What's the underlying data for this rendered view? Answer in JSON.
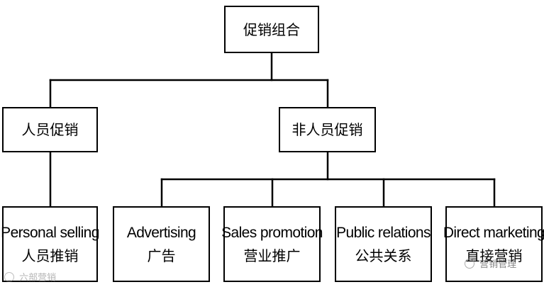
{
  "diagram": {
    "root": {
      "label": "促销组合"
    },
    "branches": {
      "personal": {
        "label": "人员促销"
      },
      "nonpersonal": {
        "label": "非人员促销"
      }
    },
    "leaves": [
      {
        "en": "Personal selling",
        "zh": "人员推销"
      },
      {
        "en": "Advertising",
        "zh": "广告"
      },
      {
        "en": "Sales promotion",
        "zh": "营业推广"
      },
      {
        "en": "Public relations",
        "zh": "公共关系"
      },
      {
        "en": "Direct marketing",
        "zh": "直接营销"
      }
    ]
  },
  "watermarks": {
    "left": "六部营销",
    "right": "营销管理"
  }
}
